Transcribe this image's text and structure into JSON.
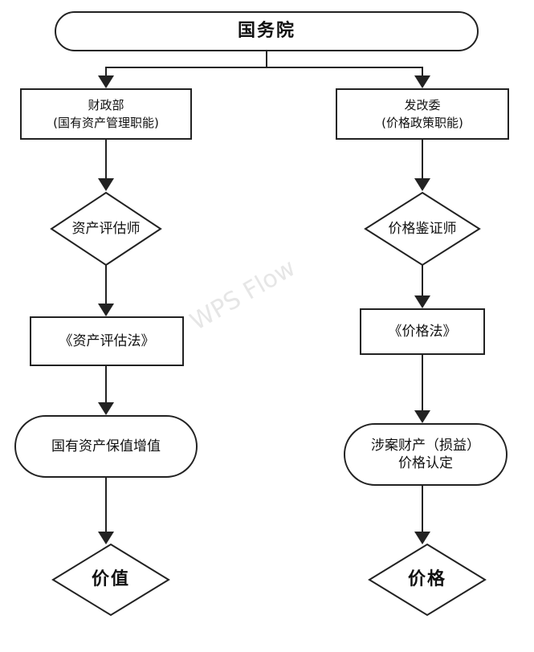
{
  "diagram": {
    "root": {
      "label": "国务院"
    },
    "left": {
      "dept": {
        "label": "财政部\n(国有资产管理职能)"
      },
      "role": {
        "label": "资产评估师"
      },
      "law": {
        "label": "《资产评估法》"
      },
      "goal": {
        "label": "国有资产保值增值"
      },
      "result": {
        "label": "价值"
      }
    },
    "right": {
      "dept": {
        "label": "发改委\n(价格政策职能)"
      },
      "role": {
        "label": "价格鉴证师"
      },
      "law": {
        "label": "《价格法》"
      },
      "goal": {
        "label": "涉案财产（损益）\n价格认定"
      },
      "result": {
        "label": "价格"
      }
    },
    "watermark": "WPS Flow"
  },
  "colors": {
    "stroke": "#222222",
    "background": "#ffffff"
  }
}
